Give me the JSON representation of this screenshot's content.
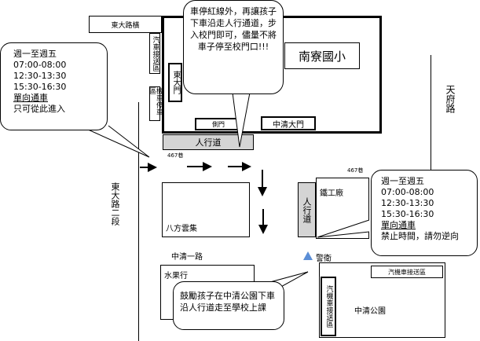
{
  "labels": {
    "dongda_alley": "東大路橫",
    "south_gate_alley": "汽車接送區",
    "bicycle_alley": "機車停車區",
    "dongda_gate": "東大門",
    "side_gate": "側門",
    "zhongqing_gate": "中清大門",
    "school_name": "南寮國小",
    "sidewalk_top": "人行道",
    "lane_467_left": "467巷",
    "lane_467_right": "467巷",
    "dongda_road": "東大路二段",
    "bafang": "八方雲集",
    "zhongqing_road": "中清一路",
    "fruit_shop": "水果行",
    "sidewalk_right": "人行道",
    "iron_factory": "鐵工廠",
    "guard": "警衛",
    "car_dropoff_top": "汽機車接送區",
    "car_dropoff_vertical": "汽機車接送區",
    "park": "中清公園",
    "tianfu_road": "天府路"
  },
  "callouts": {
    "left": [
      "週一至週五",
      "07:00-08:00",
      "12:30-13:30",
      "15:30-16:30",
      "單向通車",
      "只可從此進入"
    ],
    "top": "車停紅線外，再讓孩子下車沿走人行通道，步入校門即可，儘量不將車子停至校門口!!!",
    "right": [
      "週一至週五",
      "07:00-08:00",
      "12:30-13:30",
      "15:30-16:30",
      "單向通車",
      "禁止時間，請勿逆向"
    ],
    "bottom": "鼓勵孩子在中清公園下車沿人行道走至學校上課"
  },
  "colors": {
    "sidewalk": "#d4d4d4",
    "guard_marker": "#5b8ed6"
  }
}
